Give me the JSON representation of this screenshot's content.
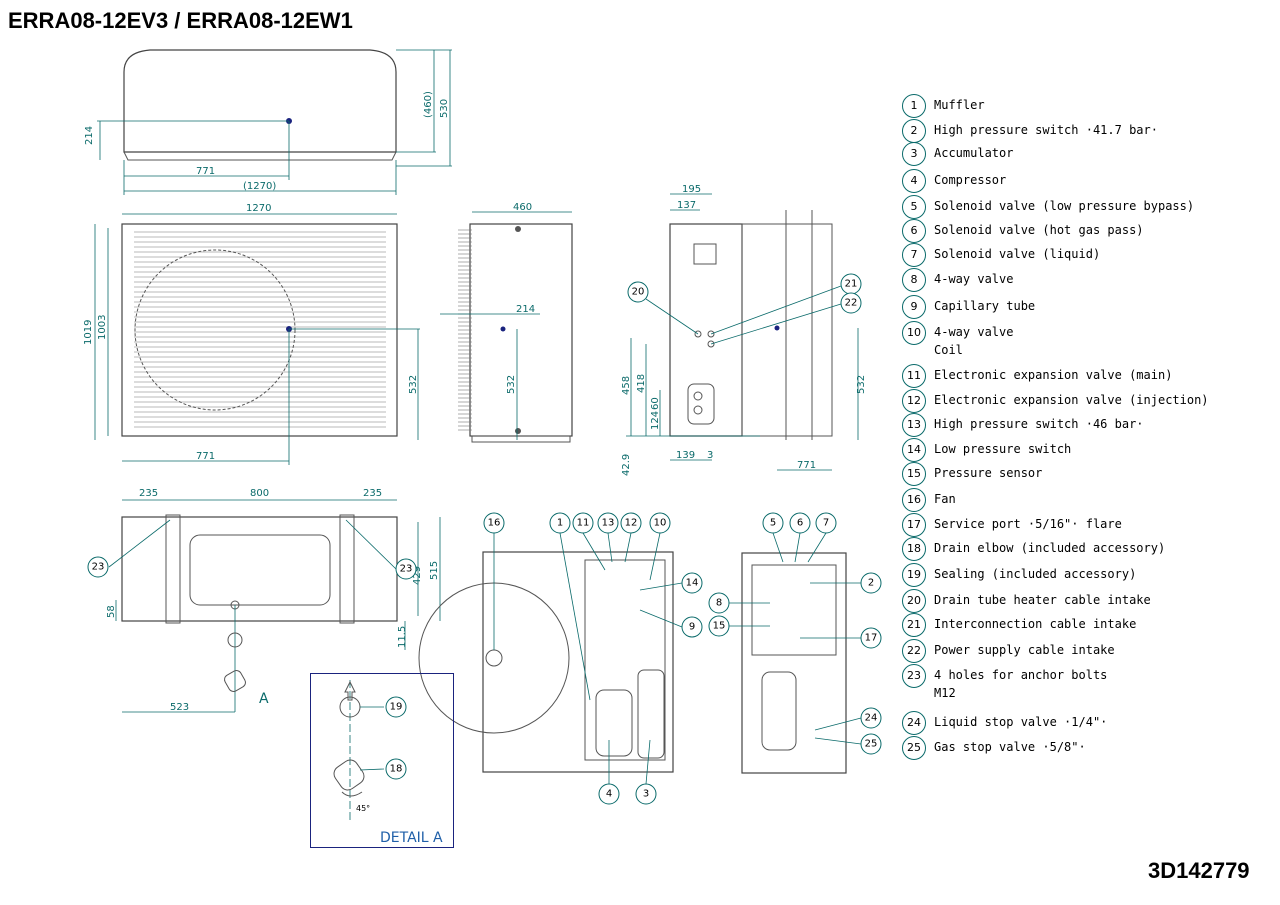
{
  "header": {
    "title": "ERRA08-12EV3 / ERRA08-12EW1"
  },
  "footer": {
    "document_number": "3D142779"
  },
  "detail": {
    "label": "DETAIL A",
    "view_marker": "A",
    "angle_label": "45°"
  },
  "dimensions": {
    "top_view": {
      "d214": "214",
      "d771": "771",
      "d1270": "(1270)",
      "d460": "(460)",
      "d530": "530"
    },
    "front_view": {
      "d1270": "1270",
      "d1019": "1019",
      "d1003": "1003",
      "d532": "532",
      "d771": "771"
    },
    "side_view": {
      "d460": "460",
      "d214": "214",
      "d532": "532"
    },
    "right_view": {
      "d195": "195",
      "d137": "137",
      "d458": "458",
      "d418": "418",
      "d124": "124",
      "d60": "60",
      "d42_9": "42.9",
      "d139": "139",
      "d3": "3",
      "d532": "532",
      "d771": "771"
    },
    "bottom_view": {
      "d235a": "235",
      "d800": "800",
      "d235b": "235",
      "d58": "58",
      "d11_5": "11.5",
      "d429": "429",
      "d515": "515",
      "d523": "523"
    }
  },
  "legend": [
    {
      "num": "1",
      "text": "Muffler"
    },
    {
      "num": "2",
      "text": "High pressure switch ·41.7 bar·"
    },
    {
      "num": "3",
      "text": "Accumulator"
    },
    {
      "num": "4",
      "text": "Compressor"
    },
    {
      "num": "5",
      "text": "Solenoid valve (low pressure bypass)"
    },
    {
      "num": "6",
      "text": "Solenoid valve (hot gas pass)"
    },
    {
      "num": "7",
      "text": "Solenoid valve (liquid)"
    },
    {
      "num": "8",
      "text": "4-way valve"
    },
    {
      "num": "9",
      "text": "Capillary tube"
    },
    {
      "num": "10",
      "text": "4-way valve",
      "text2": "Coil"
    },
    {
      "num": "11",
      "text": "Electronic expansion valve (main)"
    },
    {
      "num": "12",
      "text": "Electronic expansion valve (injection)"
    },
    {
      "num": "13",
      "text": "High pressure switch ·46 bar·"
    },
    {
      "num": "14",
      "text": "Low pressure switch"
    },
    {
      "num": "15",
      "text": "Pressure sensor"
    },
    {
      "num": "16",
      "text": "Fan"
    },
    {
      "num": "17",
      "text": "Service port ·5/16\"· flare"
    },
    {
      "num": "18",
      "text": "Drain elbow (included accessory)"
    },
    {
      "num": "19",
      "text": "Sealing (included accessory)"
    },
    {
      "num": "20",
      "text": "Drain tube heater cable intake"
    },
    {
      "num": "21",
      "text": "Interconnection cable intake"
    },
    {
      "num": "22",
      "text": "Power supply cable intake"
    },
    {
      "num": "23",
      "text": "4 holes for anchor bolts",
      "text2": "M12"
    },
    {
      "num": "24",
      "text": "Liquid stop valve ·1/4\"·"
    },
    {
      "num": "25",
      "text": "Gas stop valve ·5/8\"·"
    }
  ],
  "callouts": {
    "c1": "1",
    "c2": "2",
    "c3": "3",
    "c4": "4",
    "c5": "5",
    "c6": "6",
    "c7": "7",
    "c8": "8",
    "c9": "9",
    "c10": "10",
    "c11": "11",
    "c12": "12",
    "c13": "13",
    "c14": "14",
    "c15": "15",
    "c16": "16",
    "c17": "17",
    "c18": "18",
    "c19": "19",
    "c20": "20",
    "c21": "21",
    "c22": "22",
    "c23a": "23",
    "c23b": "23",
    "c24": "24",
    "c25": "25"
  }
}
